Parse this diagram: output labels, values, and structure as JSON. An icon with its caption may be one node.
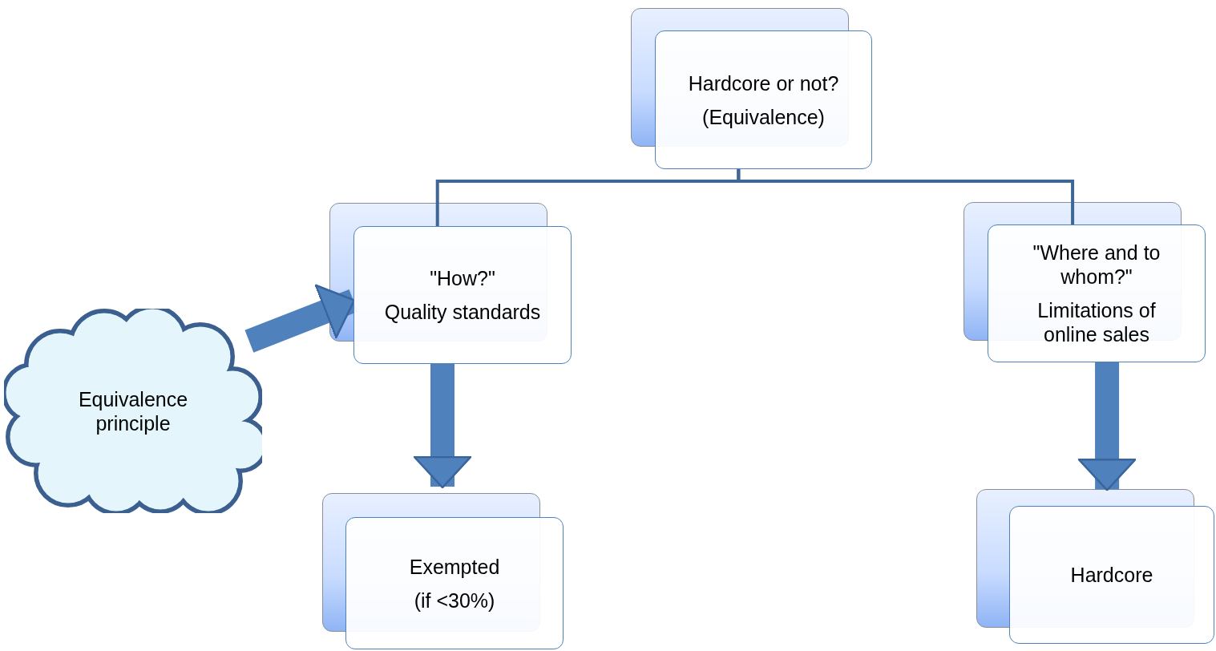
{
  "diagram": {
    "nodes": [
      {
        "text": [
          "Hardcore or not?",
          "(Equivalence)"
        ]
      },
      {
        "text": [
          "\"How?\"",
          "Quality standards"
        ]
      },
      {
        "text": [
          "\"Where and to whom?\"",
          "Limitations of online sales"
        ]
      },
      {
        "text": [
          "Equivalence principle"
        ]
      },
      {
        "text": [
          "Exempted",
          "(if <30%)"
        ]
      },
      {
        "text": [
          "Hardcore"
        ]
      }
    ],
    "edges": [
      {
        "from": 0,
        "to": 1,
        "arrow": "none"
      },
      {
        "from": 0,
        "to": 2,
        "arrow": "none"
      },
      {
        "from": 3,
        "to": 1,
        "arrow": "to"
      },
      {
        "from": 1,
        "to": 4,
        "arrow": "to"
      },
      {
        "from": 2,
        "to": 5,
        "arrow": "to"
      }
    ]
  }
}
